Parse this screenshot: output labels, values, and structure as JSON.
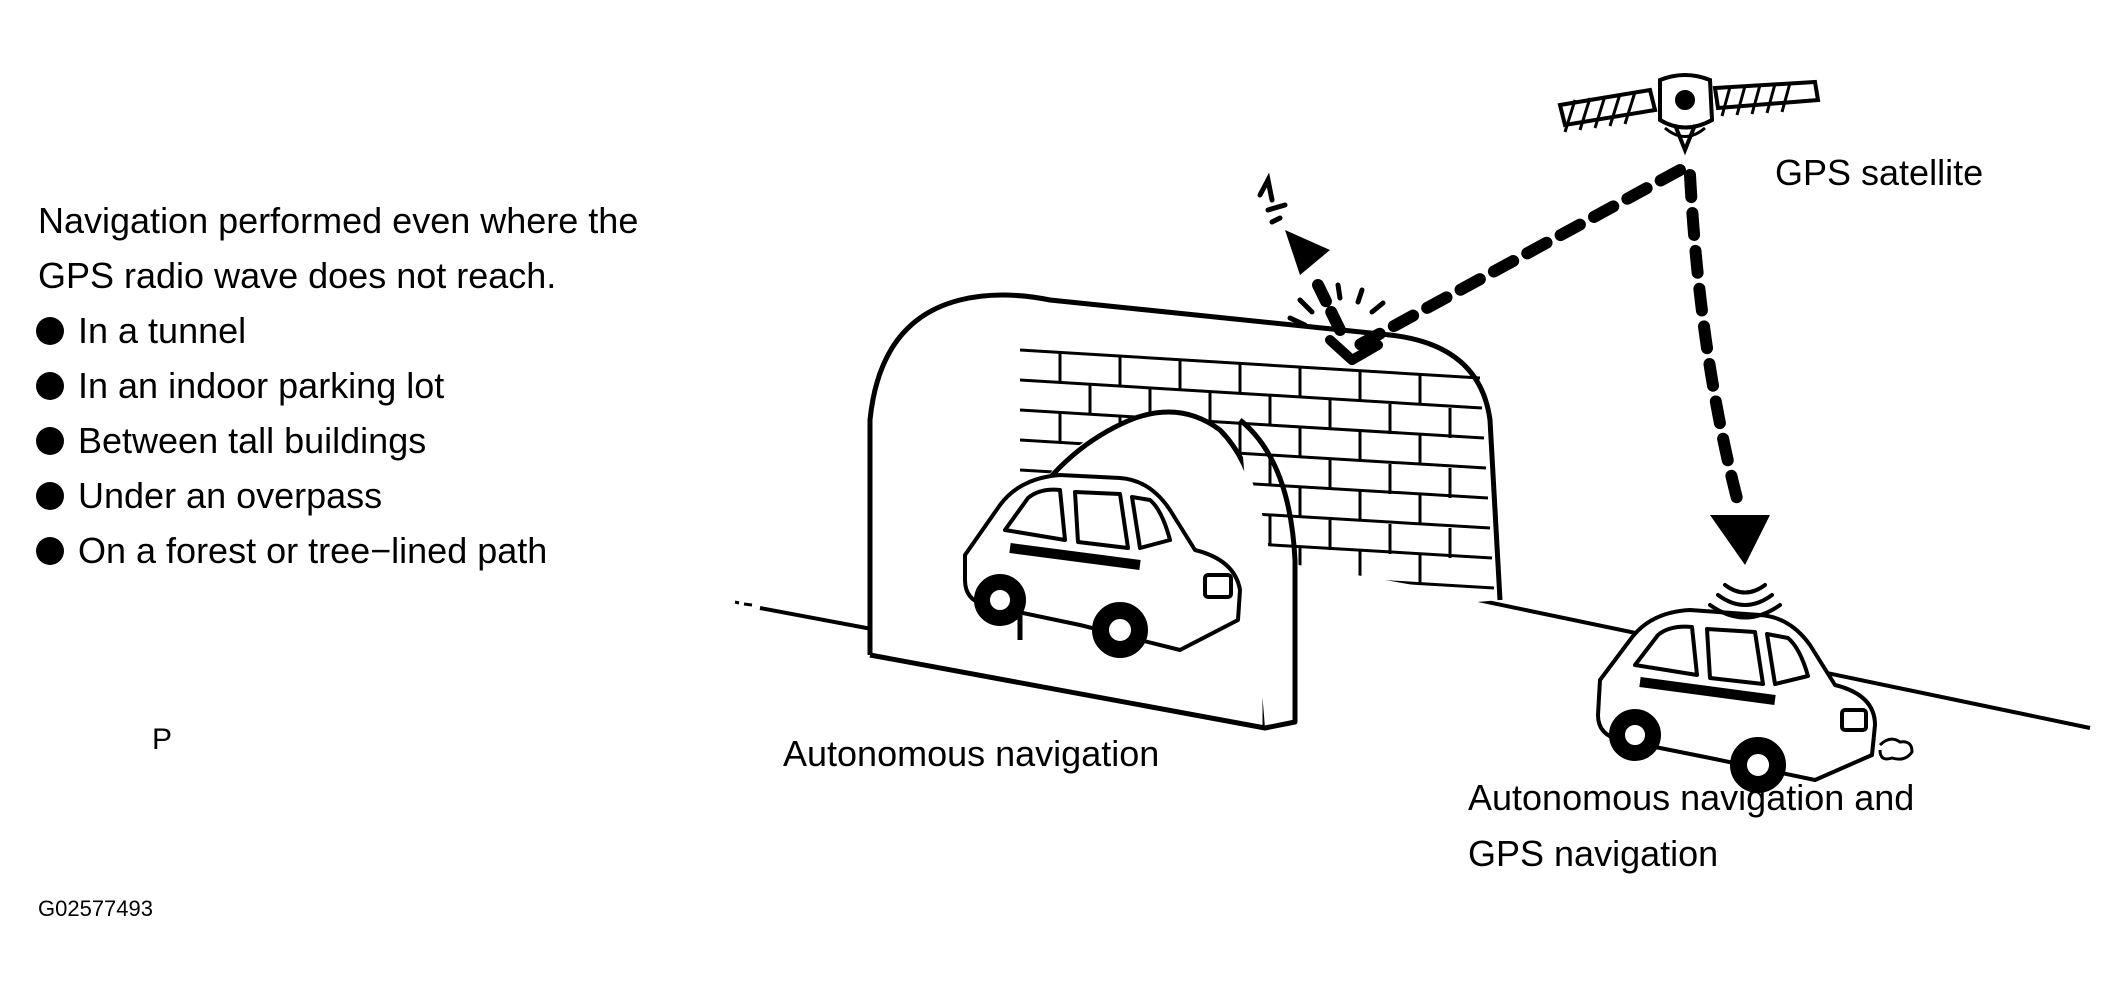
{
  "intro": {
    "line1": "Navigation performed even where the",
    "line2": "GPS radio wave does not reach."
  },
  "conditions": [
    "In a tunnel",
    "In an indoor parking lot",
    "Between tall buildings",
    "Under an overpass",
    "On a forest or tree−lined path"
  ],
  "labels": {
    "gps_satellite": "GPS satellite",
    "autonomous": "Autonomous navigation",
    "combined_line1": "Autonomous navigation and",
    "combined_line2": "GPS navigation",
    "marker": "P",
    "figure_code": "G02577493"
  }
}
